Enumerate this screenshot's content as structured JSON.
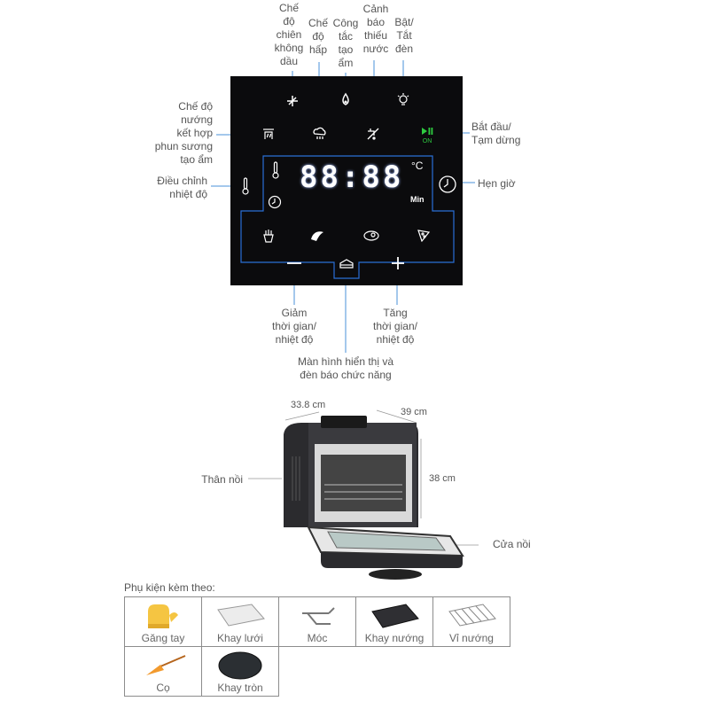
{
  "control_panel": {
    "labels": {
      "air_fry": "Chế\nđộ\nchiên\nkhông\ndầu",
      "steam": "Chế\nđộ\nhấp",
      "humidifier": "Công\ntắc\ntạo\nẩm",
      "water_warning": "Cảnh\nbáo\nthiếu\nnước",
      "light": "Bật/\nTắt\nđèn",
      "bake_steam_spray": "Chế độ\nnướng\nkết hợp\nphun sương\ntạo ẩm",
      "start_pause": "Bắt đầu/\nTạm dừng",
      "temp_adjust": "Điều chỉnh\nnhiệt độ",
      "timer": "Hẹn giờ",
      "decrease": "Giảm\nthời gian/\nnhiệt độ",
      "increase": "Tăng\nthời gian/\nnhiệt độ",
      "display": "Màn hình hiển thị và\nđèn báo chức năng"
    },
    "display": {
      "digits": "88:88",
      "unit_temp": "°C",
      "unit_time": "Min"
    },
    "on_label": "ON",
    "colors": {
      "panel": "#0b0b0d",
      "lcd_outline": "#2a6fd6",
      "start_green": "#2ecc40",
      "leader_line": "#4a90d9"
    },
    "icons": [
      "fan-icon",
      "steam-icon",
      "droplet-flame-icon",
      "faucet-warning-icon",
      "bulb-icon",
      "bake-steam-icon",
      "play-pause-icon",
      "thermometer-icon",
      "clock-icon",
      "fries-icon",
      "chicken-wing-icon",
      "steak-icon",
      "pizza-icon",
      "cake-icon",
      "minus-icon",
      "plus-icon"
    ]
  },
  "oven": {
    "width": "33.8 cm",
    "depth": "39 cm",
    "height": "38 cm",
    "body_label": "Thân nồi",
    "door_label": "Cửa nồi"
  },
  "accessories": {
    "title": "Phụ kiện kèm theo:",
    "items": [
      {
        "name": "Găng tay",
        "icon": "glove-icon"
      },
      {
        "name": "Khay lưới",
        "icon": "mesh-tray-icon"
      },
      {
        "name": "Móc",
        "icon": "hook-icon"
      },
      {
        "name": "Khay nướng",
        "icon": "baking-tray-icon"
      },
      {
        "name": "Vỉ nướng",
        "icon": "grill-rack-icon"
      },
      {
        "name": "Cọ",
        "icon": "brush-icon"
      },
      {
        "name": "Khay tròn",
        "icon": "round-tray-icon"
      }
    ]
  }
}
